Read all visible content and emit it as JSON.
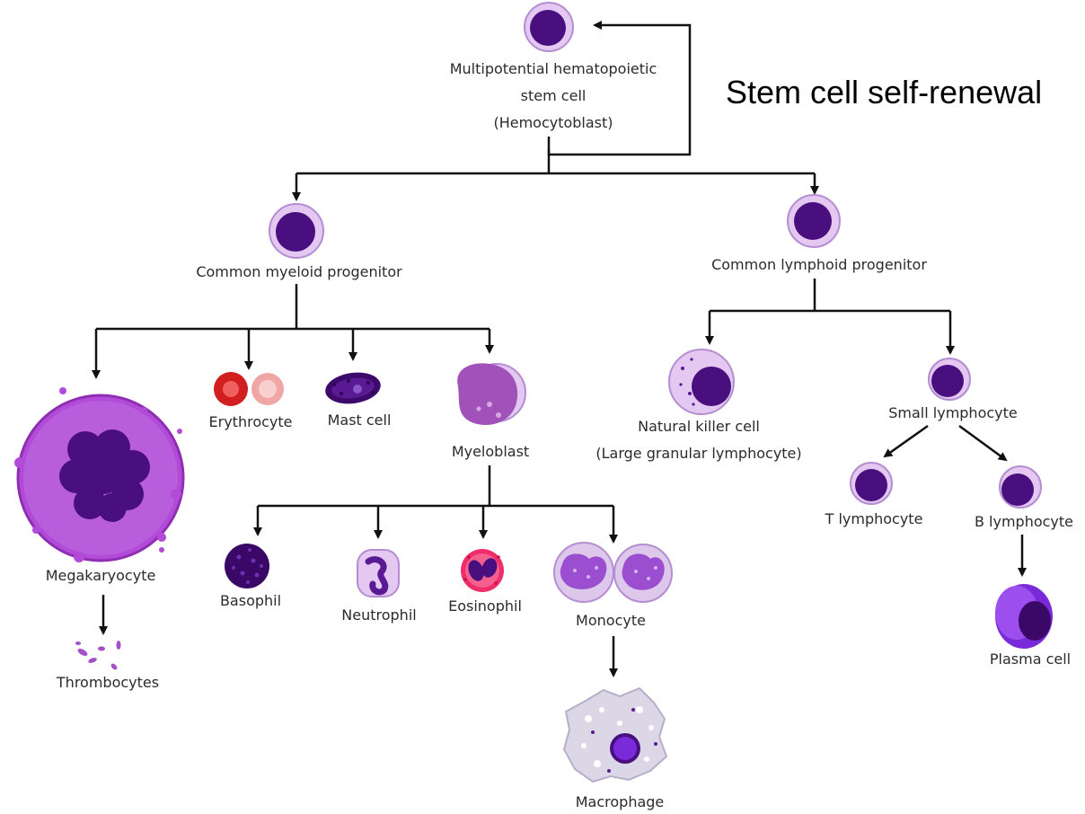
{
  "title": "Stem cell self-renewal",
  "colors": {
    "membrane": "#e7cdf3",
    "membrane_stroke": "#b48ad0",
    "nucleus": "#4a0f7e",
    "nucleus_dark": "#2e0752",
    "arrow": "#111111",
    "erythrocyte": "#d11f1f",
    "erythrocyte_light": "#f1a6a6",
    "megakaryocyte": "#b14bd8",
    "eosinophil": "#ef2d6b"
  },
  "cells": {
    "stem": [
      "Multipotential hematopoietic",
      "stem cell",
      "(Hemocytoblast)"
    ],
    "myeloid_progenitor": "Common myeloid progenitor",
    "lymphoid_progenitor": "Common lymphoid progenitor",
    "megakaryocyte": "Megakaryocyte",
    "thrombocytes": "Thrombocytes",
    "erythrocyte": "Erythrocyte",
    "mast_cell": "Mast cell",
    "myeloblast": "Myeloblast",
    "basophil": "Basophil",
    "neutrophil": "Neutrophil",
    "eosinophil": "Eosinophil",
    "monocyte": "Monocyte",
    "macrophage": "Macrophage",
    "natural_killer": [
      "Natural killer cell",
      "(Large granular lymphocyte)"
    ],
    "small_lymphocyte": "Small lymphocyte",
    "t_lymphocyte": "T lymphocyte",
    "b_lymphocyte": "B lymphocyte",
    "plasma_cell": "Plasma cell"
  }
}
